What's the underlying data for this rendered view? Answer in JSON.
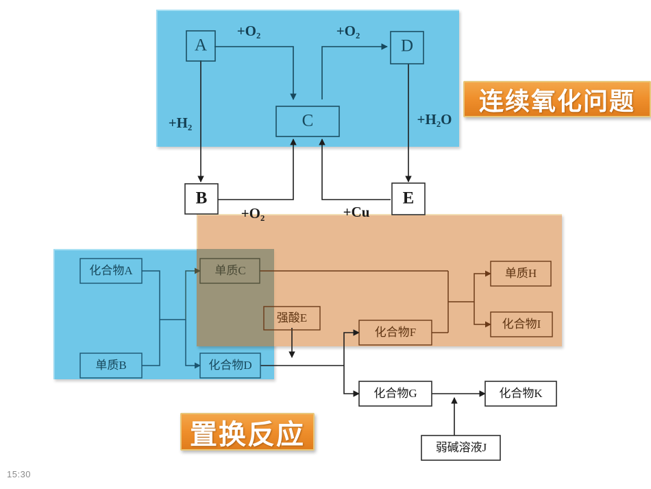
{
  "banners": {
    "oxidation": "连续氧化问题",
    "displacement": "置换反应"
  },
  "status": {
    "timestamp": "15:30"
  },
  "colors": {
    "panel_blue": "#6FC7E8",
    "panel_orange": "#E5B183",
    "overlap_olive": "#9B9479",
    "banner_orange": "#EF8F2C",
    "banner_border": "#E8C77A",
    "banner_text": "#FFFFFF",
    "line_dark": "#1D1D1D",
    "line_blue": "#1B5570",
    "line_orange": "#6B3A18",
    "timestamp_gray": "#8A8A8A"
  },
  "oxidation_diagram": {
    "title": "连续氧化问题",
    "nodes": [
      {
        "id": "A",
        "label": "A"
      },
      {
        "id": "C",
        "label": "C"
      },
      {
        "id": "D",
        "label": "D"
      },
      {
        "id": "B",
        "label": "B"
      },
      {
        "id": "E",
        "label": "E"
      }
    ],
    "reagents": [
      {
        "id": "o2-a-c",
        "label": "+O₂"
      },
      {
        "id": "o2-c-d",
        "label": "+O₂"
      },
      {
        "id": "h2-a-b",
        "label": "+H₂"
      },
      {
        "id": "h2o-d-e",
        "label": "+H₂O"
      },
      {
        "id": "o2-b-c",
        "label": "+O₂"
      },
      {
        "id": "cu-e-c",
        "label": "+Cu"
      }
    ],
    "edges": [
      {
        "from": "A",
        "to": "C",
        "reagent": "+O₂"
      },
      {
        "from": "C",
        "to": "D",
        "reagent": "+O₂"
      },
      {
        "from": "A",
        "to": "B",
        "reagent": "+H₂"
      },
      {
        "from": "D",
        "to": "E",
        "reagent": "+H₂O"
      },
      {
        "from": "B",
        "to": "C",
        "reagent": "+O₂"
      },
      {
        "from": "E",
        "to": "C",
        "reagent": "+Cu"
      }
    ]
  },
  "displacement_diagram": {
    "title": "置换反应",
    "nodes": [
      {
        "id": "A",
        "label": "化合物A"
      },
      {
        "id": "B",
        "label": "单质B"
      },
      {
        "id": "C",
        "label": "单质C"
      },
      {
        "id": "D",
        "label": "化合物D"
      },
      {
        "id": "E",
        "label": "强酸E"
      },
      {
        "id": "F",
        "label": "化合物F"
      },
      {
        "id": "G",
        "label": "化合物G"
      },
      {
        "id": "H",
        "label": "单质H"
      },
      {
        "id": "I",
        "label": "化合物I"
      },
      {
        "id": "J",
        "label": "弱碱溶液J"
      },
      {
        "id": "K",
        "label": "化合物K"
      }
    ],
    "edges": [
      {
        "from": "A",
        "to": "C"
      },
      {
        "from": "A",
        "to": "D"
      },
      {
        "from": "B",
        "to": "C"
      },
      {
        "from": "B",
        "to": "D"
      },
      {
        "from": "C",
        "to": "H"
      },
      {
        "from": "C",
        "to": "I"
      },
      {
        "from": "E",
        "to": "D"
      },
      {
        "from": "D",
        "to": "F"
      },
      {
        "from": "D",
        "to": "G"
      },
      {
        "from": "F",
        "to": "H"
      },
      {
        "from": "F",
        "to": "I"
      },
      {
        "from": "G",
        "to": "K"
      },
      {
        "from": "J",
        "to": "K"
      }
    ]
  }
}
